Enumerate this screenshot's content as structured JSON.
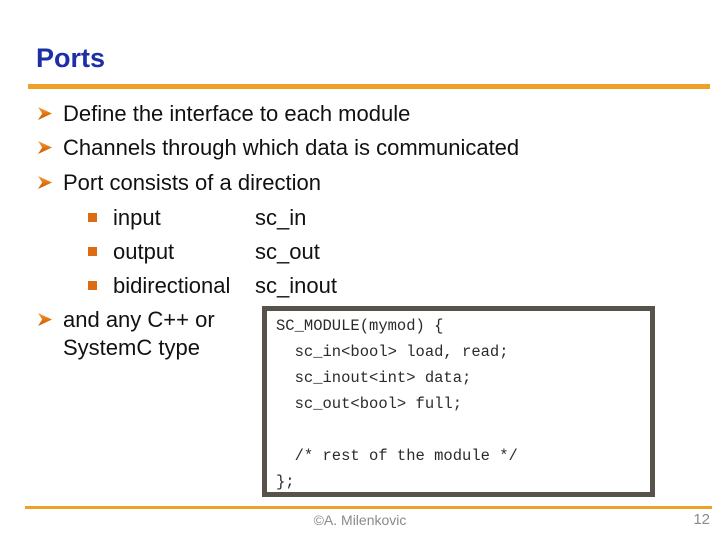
{
  "slide": {
    "title": "Ports",
    "bullets": [
      {
        "text": "Define the interface to each module"
      },
      {
        "text": "Channels through which data is communicated"
      },
      {
        "text": "Port consists of a direction"
      }
    ],
    "sub_bullets": [
      {
        "label": "input",
        "term": "sc_in"
      },
      {
        "label": "output",
        "term": "sc_out"
      },
      {
        "label": "bidirectional",
        "term": "sc_inout"
      }
    ],
    "bullet_wrap": {
      "text": "and any C++ or SystemC type"
    }
  },
  "code_box": {
    "code": "SC_MODULE(mymod) {\n  sc_in<bool> load, read;\n  sc_inout<int> data;\n  sc_out<bool> full;\n\n  /* rest of the module */\n};"
  },
  "footer": {
    "author": "©A. Milenkovic",
    "page": "12"
  },
  "colors": {
    "title_blue": "#1C2FA6",
    "rule_orange": "#EDA227",
    "bullet_orange": "#DE6E08",
    "sub_square_orange": "#DD6B14",
    "code_border": "#57524A",
    "footer_gray": "#8A8A8A",
    "body_text": "#111111"
  },
  "icons": {
    "bullet": "arrow-right-3d",
    "sub_bullet": "small-square"
  }
}
